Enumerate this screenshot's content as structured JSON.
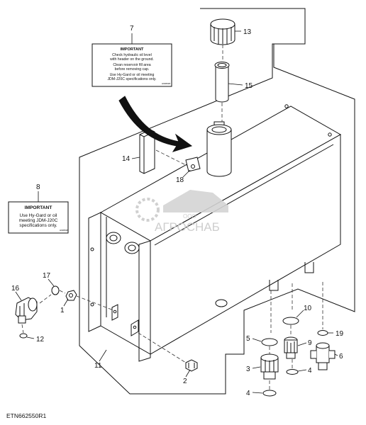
{
  "callouts": {
    "c1": "1",
    "c2": "2",
    "c3": "3",
    "c4a": "4",
    "c4b": "4",
    "c5": "5",
    "c6": "6",
    "c7": "7",
    "c8": "8",
    "c9": "9",
    "c10": "10",
    "c11": "11",
    "c12": "12",
    "c13": "13",
    "c14": "14",
    "c15": "15",
    "c16": "16",
    "c17": "17",
    "c18": "18",
    "c19": "19"
  },
  "decal_large": {
    "title": "IMPORTANT",
    "line1": "Check hydraulic oil level",
    "line2": "with header on the ground.",
    "line3": "Clean reservoir fill area",
    "line4": "before removing cap.",
    "line5": "Use Hy-Gard or oil meeting",
    "line6": "JDM-J20C specifications only.",
    "code": "H######"
  },
  "decal_small": {
    "title": "IMPORTANT",
    "line1": "Use Hy-Gard or oil",
    "line2": "meeting JDM-J20C",
    "line3": "specifications only.",
    "code": "H######"
  },
  "watermark": {
    "company": "ООО",
    "name": "АГРОСНАБ"
  },
  "figure_code": "ETN662550R1"
}
